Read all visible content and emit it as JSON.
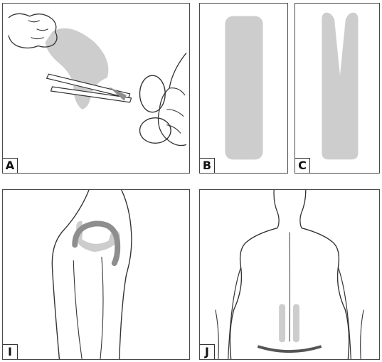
{
  "colors": {
    "tape_light": "#cdcdcd",
    "tape_dark": "#8e8e8e",
    "outline": "#333333"
  },
  "panels": [
    {
      "id": "a",
      "label": "A",
      "depicts": "cutting-tape-with-scissors-icon"
    },
    {
      "id": "b",
      "label": "B",
      "depicts": "i-strip-tape-icon"
    },
    {
      "id": "c",
      "label": "C",
      "depicts": "y-strip-tape-icon"
    },
    {
      "id": "i",
      "label": "I",
      "depicts": "knee-tape-application-icon"
    },
    {
      "id": "j",
      "label": "J",
      "depicts": "lower-back-tape-application-icon"
    }
  ]
}
